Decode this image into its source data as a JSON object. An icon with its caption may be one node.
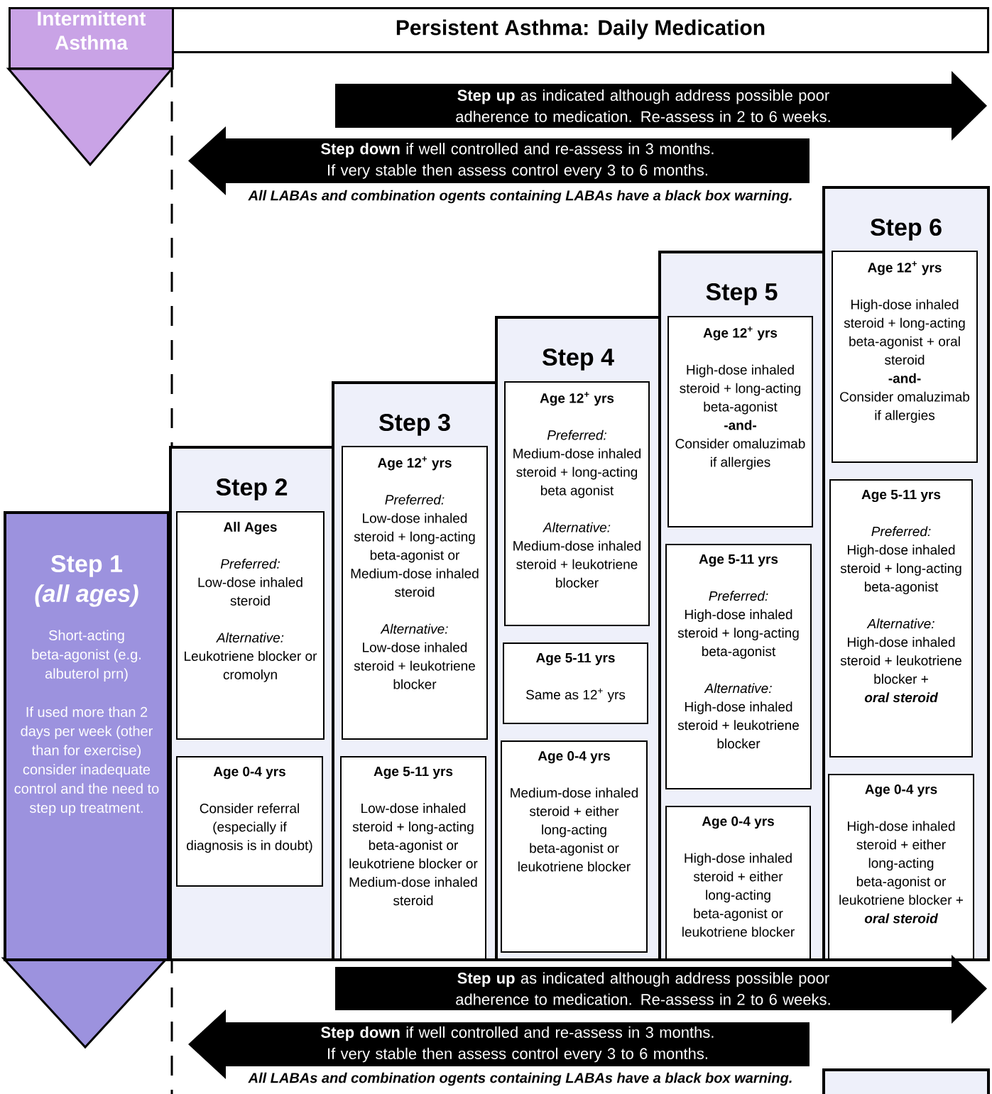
{
  "diagram": {
    "nodes": [
      {
        "text": [
          "Intermittent Asthma"
        ]
      },
      {
        "text": [
          "Persistent Asthma: Daily Medication"
        ]
      },
      {
        "text": [
          "**Step up** as indicated although address possible poor adherence to medication.  Re-assess in 2 to 6 weeks."
        ]
      },
      {
        "text": [
          "**Step down** if well controlled and re-assess in 3 months. If very stable then assess control every 3 to 6 months."
        ]
      },
      {
        "text": [
          "Step 1",
          "(all ages)",
          "Short-acting beta-agonist (e.g. albuterol prn)",
          "If used more than 2 days per week (other than for exercise) consider inadequate control and the need to step up treatment."
        ]
      },
      {
        "text": [
          "Step 2"
        ]
      },
      {
        "text": [
          "All Ages",
          "Preferred:",
          "Low-dose inhaled steroid",
          "Alternative:",
          "Leukotriene blocker or cromolyn"
        ],
        "in": 5
      },
      {
        "text": [
          "Age 0-4 yrs",
          "Consider referral (especially if diagnosis is in doubt)"
        ],
        "in": 5
      },
      {
        "text": [
          "Step 3"
        ]
      },
      {
        "text": [
          "Age 12$^{+}$ yrs",
          "Preferred:",
          "Low-dose inhaled steroid + long-acting beta-agonist or Medium-dose inhaled steroid",
          "Alternative:",
          "Low-dose inhaled steroid + leukotriene blocker"
        ],
        "in": 8
      },
      {
        "text": [
          "Age 5-11 yrs",
          "Low-dose inhaled steroid + long-acting beta-agonist or leukotriene blocker or Medium-dose inhaled steroid"
        ],
        "in": 8
      },
      {
        "text": [
          "Step 4"
        ]
      },
      {
        "text": [
          "Age 12$^{+}$ yrs",
          "Preferred:",
          "Medium-dose inhaled steroid + long-acting beta agonist",
          "Alternative:",
          "Medium-dose inhaled steroid + leukotriene blocker"
        ],
        "in": 11
      },
      {
        "text": [
          "Age 5-11 yrs",
          "Same as 12$^{+}$ yrs"
        ],
        "in": 11
      },
      {
        "text": [
          "Age 0-4 yrs",
          "Medium-dose inhaled steroid + either long-acting beta-agonist or leukotriene blocker"
        ],
        "in": 11
      },
      {
        "text": [
          "Step 5"
        ]
      },
      {
        "text": [
          "Age 12$^{+}$ yrs",
          "High-dose inhaled steroid + long-acting beta-agonist",
          "-and-",
          "Consider omaluzimab if allergies"
        ],
        "in": 15
      },
      {
        "text": [
          "Age 5-11 yrs",
          "Preferred:",
          "High-dose inhaled steroid + long-acting beta-agonist",
          "Alternative:",
          "High-dose inhaled steroid + leukotriene blocker"
        ],
        "in": 15
      },
      {
        "text": [
          "Age 0-4 yrs",
          "High-dose inhaled steroid + either long-acting beta-agonist or leukotriene blocker"
        ],
        "in": 15
      },
      {
        "text": [
          "Step 6"
        ]
      },
      {
        "text": [
          "Age 12$^{+}$ yrs",
          "High-dose inhaled steroid + long-acting beta-agonist + oral steroid",
          "-and-",
          "Consider omaluzimab if allergies"
        ],
        "in": 19
      },
      {
        "text": [
          "Age 5-11 yrs",
          "Preferred:",
          "High-dose inhaled steroid + long-acting beta-agonist",
          "Alternative:",
          "High-dose inhaled steroid + leukotriene blocker +",
          "oral steroid"
        ],
        "in": 19
      },
      {
        "text": [
          "Age 0-4 yrs",
          "High-dose inhaled steroid + either long-acting beta-agonist or leukotriene blocker +",
          "oral steroid"
        ],
        "in": 19
      },
      {
        "text": [
          "**Step up** as indicated although address possible poor adherence to medication.  Re-assess in 2 to 6 weeks."
        ]
      },
      {
        "text": [
          "**Step down** if well controlled and re-assess in 3 months. If very stable then assess control every 3 to 6 months."
        ]
      },
      {
        "text": [],
        "shape": "box"
      }
    ],
    "labels": [
      "All LABAs and combination ogents containing LABAs have a black box warning.",
      "All LABAs and combination ogents containing LABAs have a black box warning."
    ]
  }
}
